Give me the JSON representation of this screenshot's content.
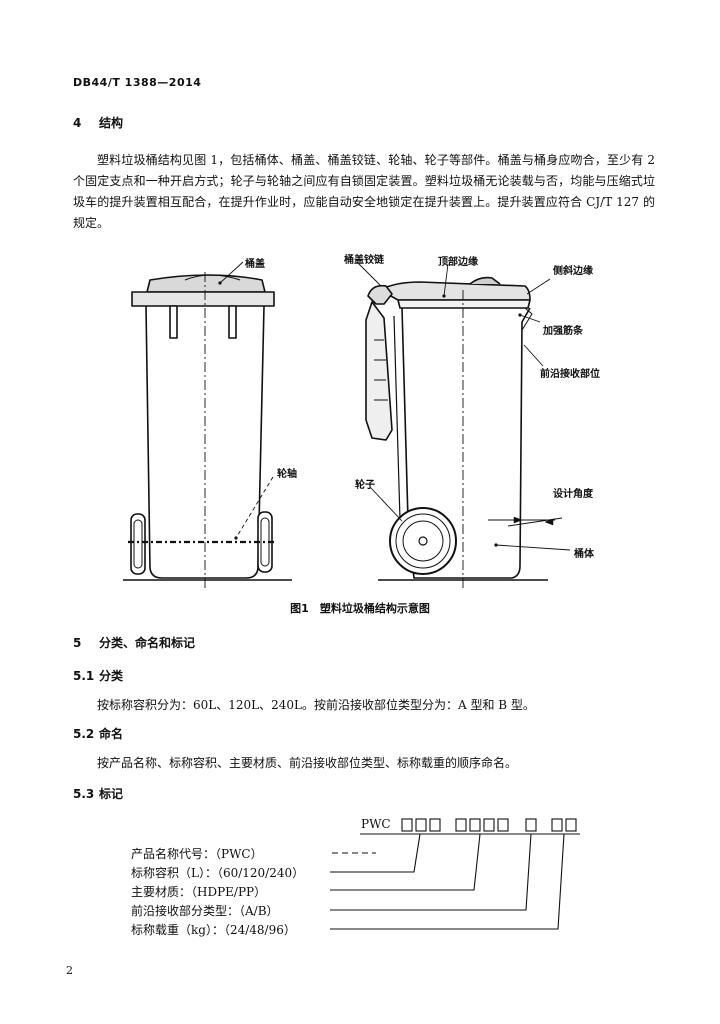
{
  "header": {
    "standard_code": "DB44/T 1388—2014"
  },
  "section4": {
    "number": "4",
    "title": "结构",
    "paragraph": "塑料垃圾桶结构见图 1，包括桶体、桶盖、桶盖铰链、轮轴、轮子等部件。桶盖与桶身应吻合，至少有 2 个固定支点和一种开启方式；轮子与轮轴之间应有自锁固定装置。塑料垃圾桶无论装载与否，均能与压缩式垃圾车的提升装置相互配合，在提升作业时，应能自动安全地锁定在提升装置上。提升装置应符合 CJ/T 127 的规定。"
  },
  "figure1": {
    "labels": {
      "lid": "桶盖",
      "axle": "轮轴",
      "lid_hinge": "桶盖铰链",
      "top_edge": "顶部边缘",
      "slanted_edge": "侧斜边缘",
      "rib": "加强筋条",
      "front_rim": "前沿接收部位",
      "wheel": "轮子",
      "design_angle": "设计角度",
      "body": "桶体"
    },
    "caption": "图1　塑料垃圾桶结构示意图"
  },
  "section5": {
    "number": "5",
    "title": "分类、命名和标记"
  },
  "section5_1": {
    "number": "5.1",
    "title": "分类",
    "text": "按标称容积分为：60L、120L、240L。按前沿接收部位类型分为：A 型和 B 型。"
  },
  "section5_2": {
    "number": "5.2",
    "title": "命名",
    "text": "按产品名称、标称容积、主要材质、前沿接收部位类型、标称载重的顺序命名。"
  },
  "section5_3": {
    "number": "5.3",
    "title": "标记",
    "code_prefix": "PWC",
    "items": [
      "产品名称代号：（PWC）",
      "标称容积（L）：（60/120/240）",
      "主要材质：（HDPE/PP）",
      "前沿接收部分类型：（A/B）",
      "标称载重（kg）：（24/48/96）"
    ]
  },
  "page_number": "2"
}
